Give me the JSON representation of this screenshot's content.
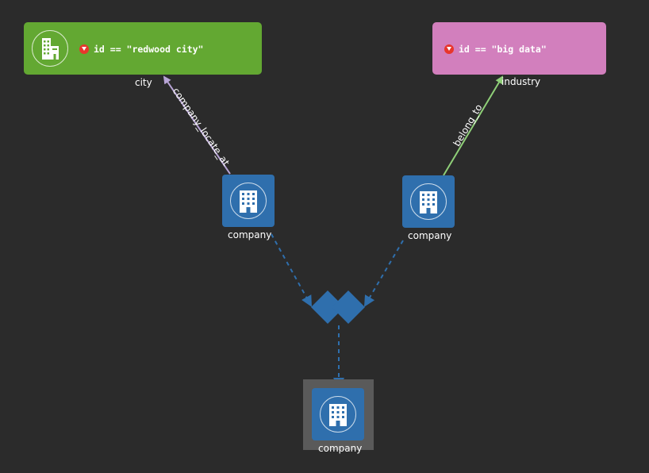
{
  "colors": {
    "background": "#2b2b2b",
    "city_card": "#63a832",
    "industry_card": "#d27fbd",
    "company_node": "#2f6fad",
    "filter_icon": "#e8362c",
    "edge_company_locate_at": "#b8a4d6",
    "edge_belong_to": "#8fcf78",
    "dashed_edge": "#2f6fad",
    "selection_frame": "#5a5a5a"
  },
  "city_filter": {
    "icon": "city-building-icon",
    "expression": "id == \"redwood city\"",
    "label": "city"
  },
  "industry_filter": {
    "icon": "filter-icon",
    "expression": "id == \"big data\"",
    "label": "industry"
  },
  "nodes": {
    "company_left": {
      "label": "company",
      "icon": "office-building-icon"
    },
    "company_right": {
      "label": "company",
      "icon": "office-building-icon"
    },
    "company_result": {
      "label": "company",
      "icon": "office-building-icon"
    }
  },
  "edges": {
    "company_locate_at": {
      "label": "company_locate_at"
    },
    "belong_to": {
      "label": "belong_to"
    }
  },
  "join": {
    "icon": "intersection-diamond-icon"
  }
}
